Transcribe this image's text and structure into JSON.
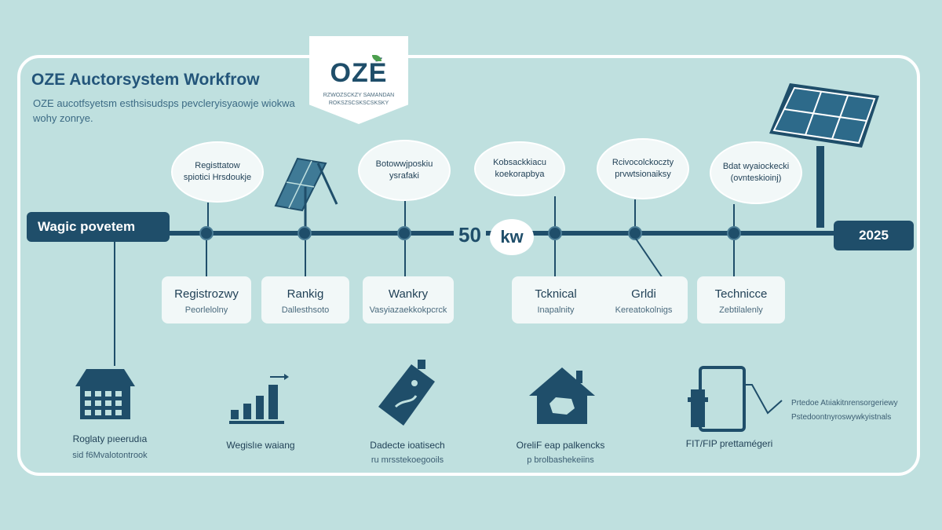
{
  "header": {
    "title": "OZE Auctorsystem  Workfrow",
    "subtitle": "OZE aucotfsyetsm esthsisudsps pevcleryisyaowje wiokwa wohy zonrye."
  },
  "logo": {
    "text": "OZÉ",
    "line1": "RZWOZSCKZY SAMANDAN",
    "line2": "ROKSZSCSKSCSKSKY"
  },
  "timeline": {
    "start_label": "Wagic povetem",
    "end_label": "2025",
    "capacity_value": "50",
    "capacity_unit": "kw"
  },
  "bubbles": [
    {
      "text": "Registtatow spiotici Hrsdoukje"
    },
    {
      "text": "Botowwjposkiu ysrafaki"
    },
    {
      "text": "Kobsackkiacu koekorapbya"
    },
    {
      "text": "Rcivocolckoczty prvwtsionaiksy"
    },
    {
      "text": "Bdat wyaiockecki (ovnteskioinj)"
    }
  ],
  "cards": [
    {
      "title": "Registrozwy",
      "sub": "Peorlelolny"
    },
    {
      "title": "Rankig",
      "sub": "Dallesthsoto"
    },
    {
      "title": "Wankry",
      "sub": "Vasyiazaekkokpcrck"
    },
    {
      "title": "Tcknical",
      "sub": "Inapalnity"
    },
    {
      "title": "Grldi",
      "sub": "Kereatokolnigs"
    },
    {
      "title": "Technicce",
      "sub": "Zebtilalenly"
    }
  ],
  "bottom_items": [
    {
      "icon": "building-icon",
      "label": "Roglaty pıeerudıa",
      "sub": "sid f6Mvalotontrook"
    },
    {
      "icon": "bar-chart-icon",
      "label": "Wegislıe waiang",
      "sub": ""
    },
    {
      "icon": "contract-handshake-icon",
      "label": "Dadecte ioatisech",
      "sub": "ru mrsstekoegooils"
    },
    {
      "icon": "house-icon",
      "label": "OreliF eap palkencks",
      "sub": "p brolbashekeiins"
    },
    {
      "icon": "meter-icon",
      "label": "FIT/FIP prettamégeri",
      "sub": ""
    }
  ],
  "side_notes": [
    "Prtedoe Atıiakitnrensorgeriewy",
    "Pstedoontnyroswywkyistnals"
  ],
  "colors": {
    "background": "#bfe0df",
    "primary": "#1f4e6a",
    "card": "#f2f8f8",
    "logo_leaf": "#4c9f4d"
  }
}
